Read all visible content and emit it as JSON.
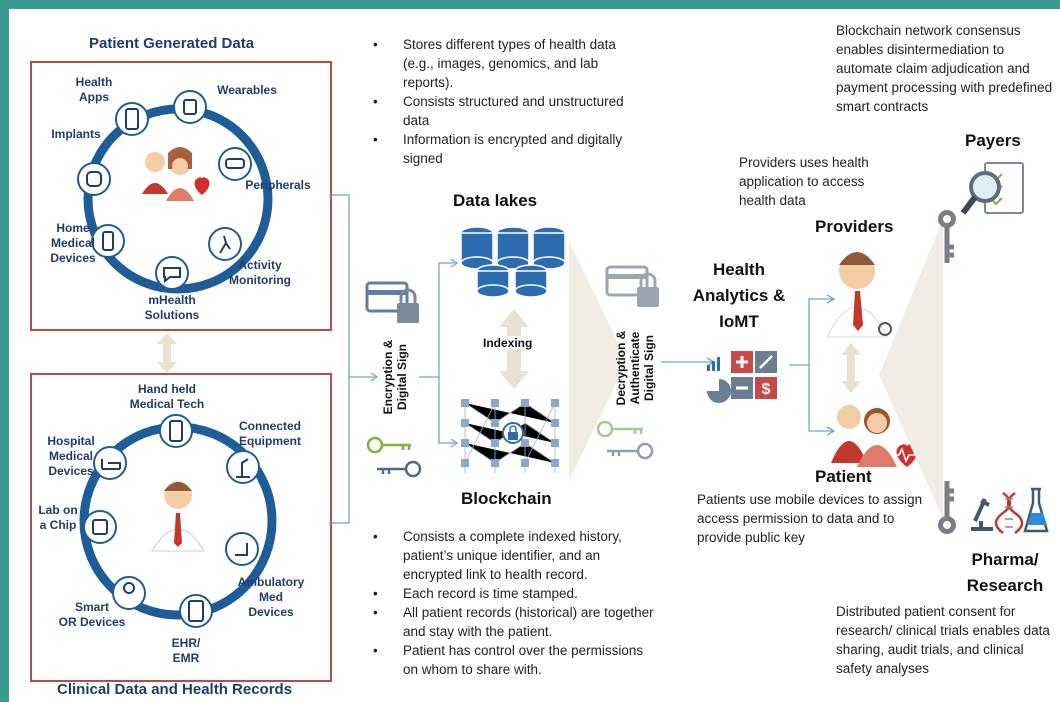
{
  "colors": {
    "accent_blue": "#1f3c6e",
    "box_border": "#b44c4c",
    "frame": "#3d9a8e",
    "ring": "#1f5d96",
    "key_green": "#7cb342"
  },
  "patient_generated": {
    "title": "Patient Generated Data",
    "items": [
      "Health\nApps",
      "Wearables",
      "Implants",
      "Peripherals",
      "Home\nMedical\nDevices",
      "Activity\nMonitoring",
      "mHealth\nSolutions"
    ]
  },
  "clinical": {
    "title": "Clinical Data and Health Records",
    "items": [
      "Hand held\nMedical Tech",
      "Connected\nEquipment",
      "Hospital\nMedical\nDevices",
      "Lab on\na Chip",
      "Smart\nOR Devices",
      "Ambulatory\nMed\nDevices",
      "EHR/\nEMR"
    ]
  },
  "encryption_label": "Encryption &\nDigital Sign",
  "decryption_label": "Decryption &\nAuthenticate\nDigital Sign",
  "data_lakes": {
    "title": "Data lakes",
    "bullets": [
      "Stores different types of health data (e.g., images, genomics, and lab reports).",
      "Consists structured and unstructured data",
      "Information is encrypted and digitally signed"
    ]
  },
  "indexing_label": "Indexing",
  "blockchain": {
    "title": "Blockchain",
    "bullets": [
      "Consists a complete indexed history, patient’s unique identifier, and an encrypted link to health record.",
      "Each record is time stamped.",
      "All patient records (historical) are together and stay with the patient.",
      "Patient has control over the permissions on whom to share with."
    ]
  },
  "analytics": {
    "title": "Health\nAnalytics &\nIoMT"
  },
  "providers": {
    "title": "Providers",
    "note": "Providers uses health application to access health data"
  },
  "patient": {
    "title": "Patient",
    "note": "Patients use mobile devices to assign access permission to data and to provide public key"
  },
  "payers": {
    "title": "Payers",
    "note": "Blockchain network consensus enables disintermediation to automate claim adjudication and payment processing with predefined smart contracts"
  },
  "pharma": {
    "title": "Pharma/\nResearch",
    "note": "Distributed patient consent for research/ clinical trials enables data sharing, audit trials, and clinical safety analyses"
  },
  "icons": [
    "phone-icon",
    "watch-icon",
    "implant-icon",
    "vr-headset-icon",
    "glucose-meter-icon",
    "runner-icon",
    "chat-icon",
    "handheld-device-icon",
    "microscope-icon",
    "hospital-bed-icon",
    "chip-icon",
    "surgeon-icon",
    "wheelchair-icon",
    "tablet-icon",
    "doctor-icon",
    "family-icon",
    "database-icon",
    "lock-card-icon",
    "key-icon",
    "magnifier-icon",
    "dna-icon",
    "flask-icon"
  ]
}
